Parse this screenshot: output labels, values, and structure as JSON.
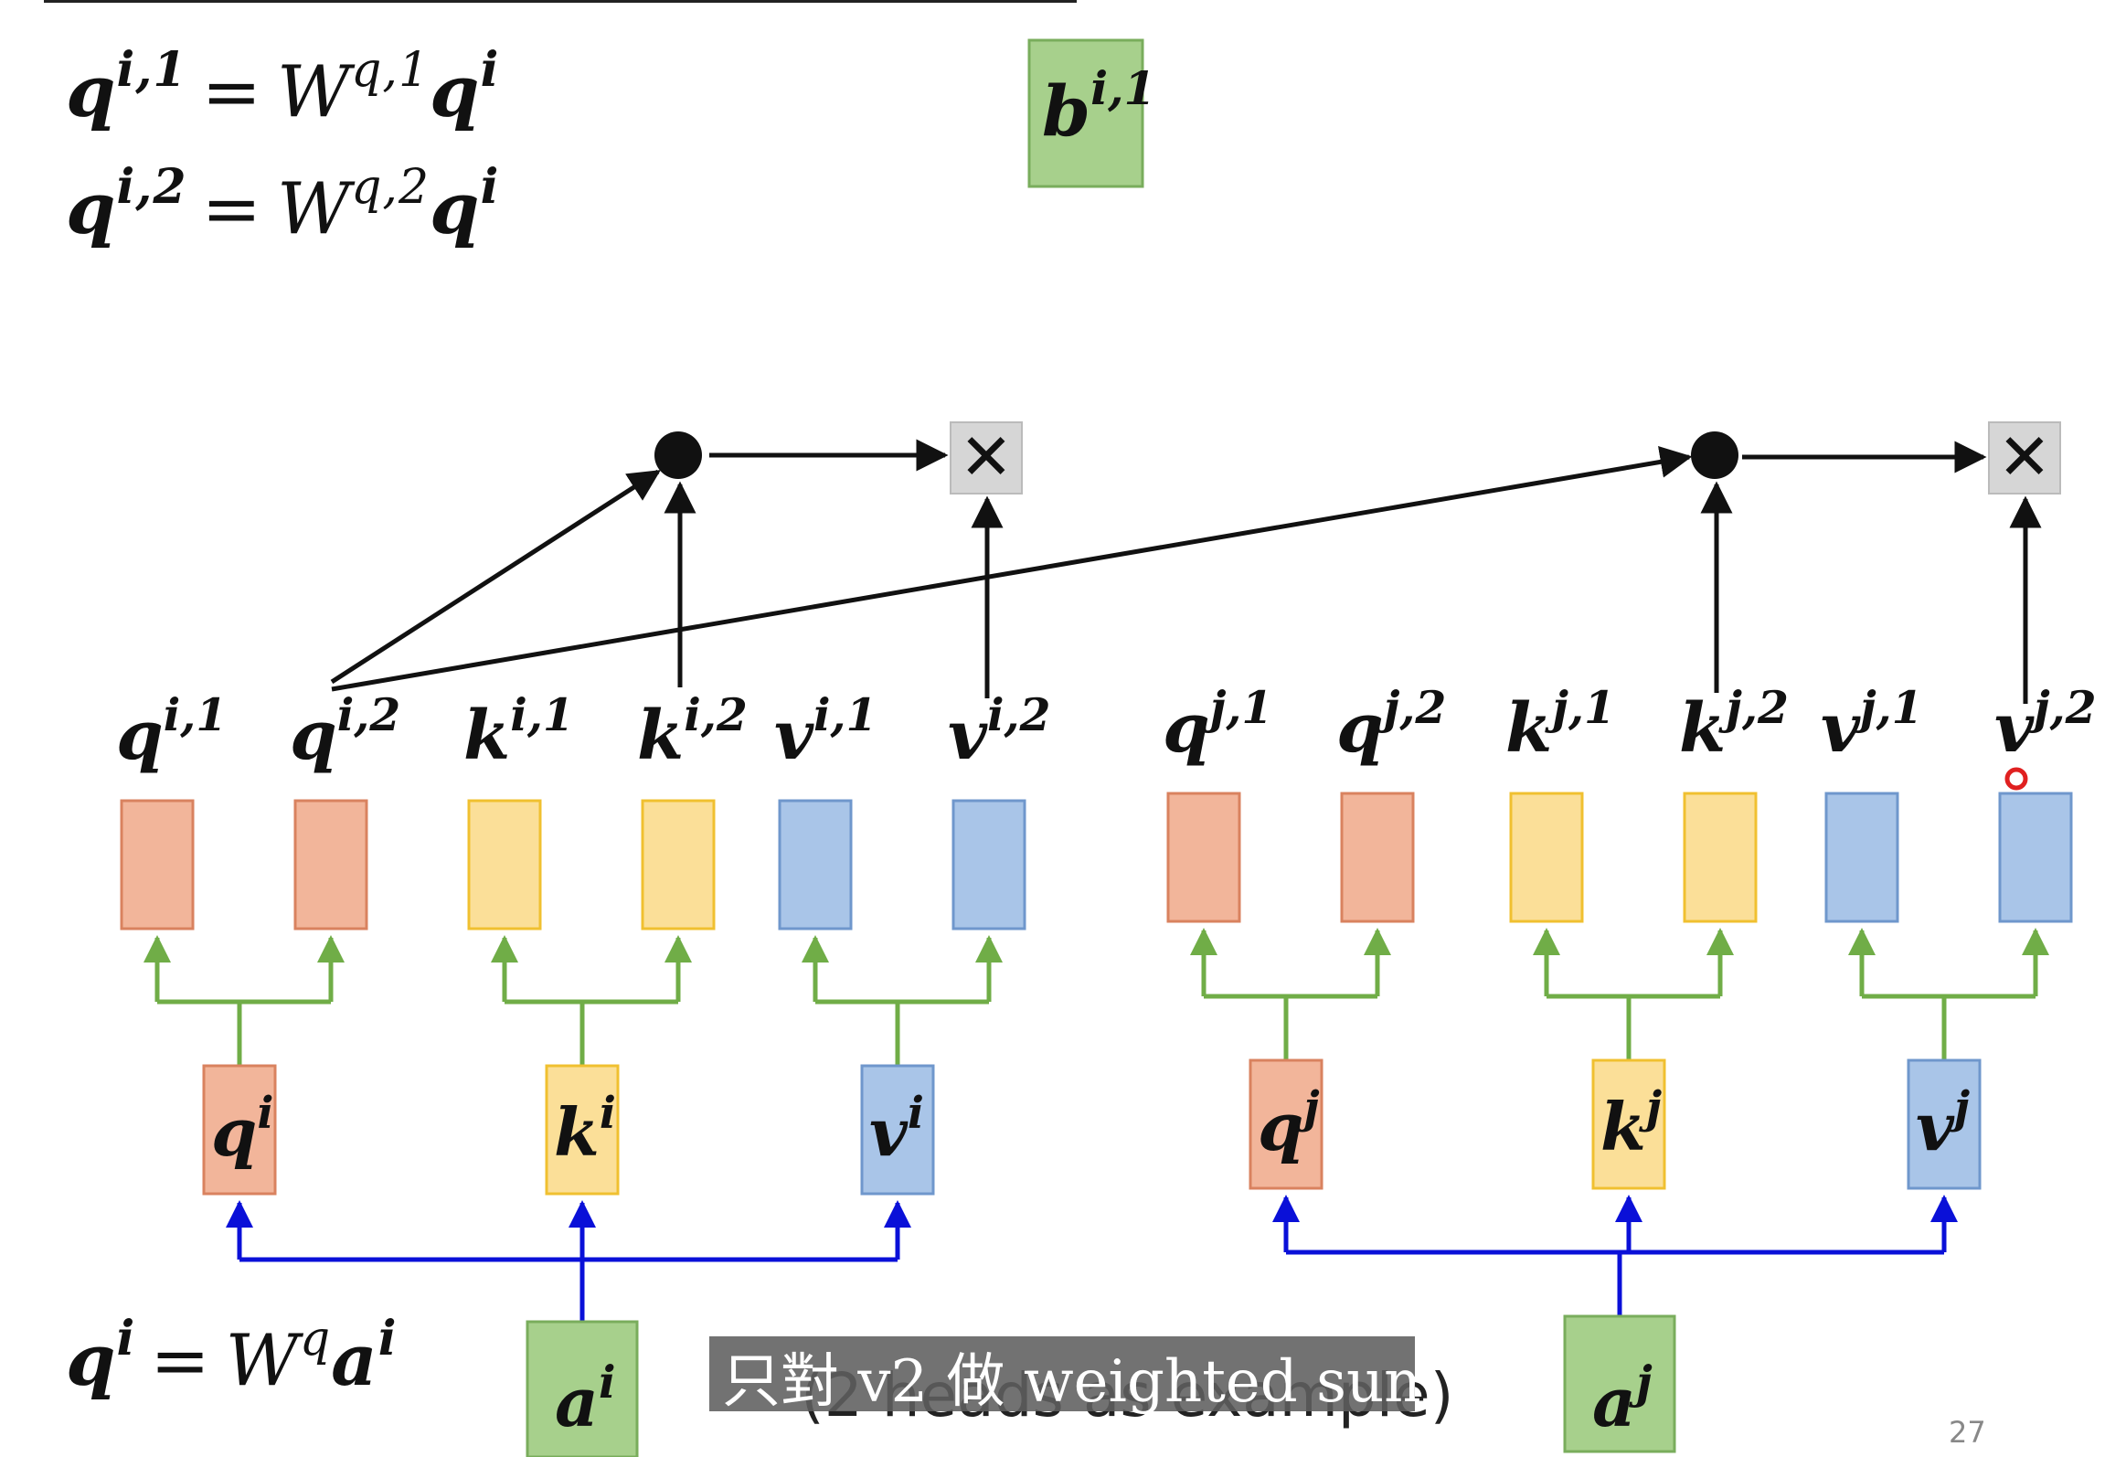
{
  "equations": {
    "q_i1": {
      "base": "q",
      "sup": "i,1",
      "rhs_W": "W",
      "rhs_Wsup": "q,1",
      "rhs_base": "q",
      "rhs_sup": "i"
    },
    "q_i2": {
      "base": "q",
      "sup": "i,2",
      "rhs_W": "W",
      "rhs_Wsup": "q,2",
      "rhs_base": "q",
      "rhs_sup": "i"
    },
    "q_i": {
      "base": "q",
      "sup": "i",
      "rhs_W": "W",
      "rhs_Wsup": "q",
      "rhs_base": "a",
      "rhs_sup": "i"
    },
    "eq_sign": "="
  },
  "output_box": {
    "base": "b",
    "sup": "i,1"
  },
  "multiply_symbol": "✕",
  "top_labels": [
    {
      "base": "q",
      "sup": "i,1"
    },
    {
      "base": "q",
      "sup": "i,2"
    },
    {
      "base": "k",
      "sup": "i,1"
    },
    {
      "base": "k",
      "sup": "i,2"
    },
    {
      "base": "v",
      "sup": "i,1"
    },
    {
      "base": "v",
      "sup": "i,2"
    },
    {
      "base": "q",
      "sup": "j,1"
    },
    {
      "base": "q",
      "sup": "j,2"
    },
    {
      "base": "k",
      "sup": "j,1"
    },
    {
      "base": "k",
      "sup": "j,2"
    },
    {
      "base": "v",
      "sup": "j,1"
    },
    {
      "base": "v",
      "sup": "j,2"
    }
  ],
  "middle_boxes": [
    {
      "base": "q",
      "sup": "i"
    },
    {
      "base": "k",
      "sup": "i"
    },
    {
      "base": "v",
      "sup": "i"
    },
    {
      "base": "q",
      "sup": "j"
    },
    {
      "base": "k",
      "sup": "j"
    },
    {
      "base": "v",
      "sup": "j"
    }
  ],
  "input_boxes": [
    {
      "base": "a",
      "sup": "i"
    },
    {
      "base": "a",
      "sup": "j"
    }
  ],
  "caption": "只對 v2 做 weighted sum",
  "caption_under": "(2 heads as example)",
  "page_number": "27",
  "colors": {
    "q_fill": "#f2b59a",
    "q_stroke": "#d9825f",
    "k_fill": "#fbdf98",
    "k_stroke": "#f0c030",
    "v_fill": "#a9c5e8",
    "v_stroke": "#6f97cc",
    "a_fill": "#a7d08c",
    "a_stroke": "#79ad5c",
    "green_line": "#70ad47",
    "blue_line": "#0a10d8",
    "black": "#111111",
    "x_fill": "#d6d6d6",
    "cursor": "#e02020"
  }
}
